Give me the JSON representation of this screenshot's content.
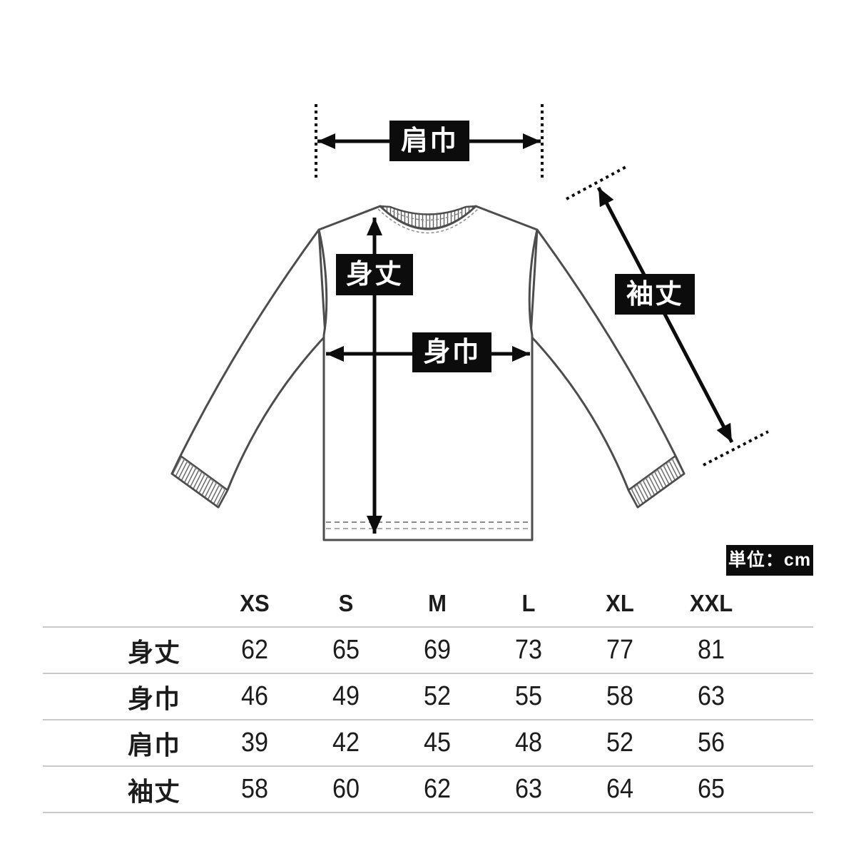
{
  "diagram": {
    "labels": {
      "shoulder_width": "肩巾",
      "body_length": "身丈",
      "body_width": "身巾",
      "sleeve_length": "袖丈"
    },
    "unit_badge": "単位：cm"
  },
  "size_table": {
    "columns": [
      "XS",
      "S",
      "M",
      "L",
      "XL",
      "XXL"
    ],
    "rows": [
      {
        "label": "身丈",
        "values": [
          "62",
          "65",
          "69",
          "73",
          "77",
          "81"
        ]
      },
      {
        "label": "身巾",
        "values": [
          "46",
          "49",
          "52",
          "55",
          "58",
          "63"
        ]
      },
      {
        "label": "肩巾",
        "values": [
          "39",
          "42",
          "45",
          "48",
          "52",
          "56"
        ]
      },
      {
        "label": "袖丈",
        "values": [
          "58",
          "60",
          "62",
          "63",
          "64",
          "65"
        ]
      }
    ]
  },
  "chart_data": {
    "type": "table",
    "unit": "cm",
    "columns": [
      "XS",
      "S",
      "M",
      "L",
      "XL",
      "XXL"
    ],
    "rows": [
      {
        "label": "身丈",
        "values": [
          62,
          65,
          69,
          73,
          77,
          81
        ]
      },
      {
        "label": "身巾",
        "values": [
          46,
          49,
          52,
          55,
          58,
          63
        ]
      },
      {
        "label": "肩巾",
        "values": [
          39,
          42,
          45,
          48,
          52,
          56
        ]
      },
      {
        "label": "袖丈",
        "values": [
          58,
          60,
          62,
          63,
          64,
          65
        ]
      }
    ],
    "colors": {
      "tag_background": "#0c0c0c",
      "tag_text": "#ffffff",
      "line_art": "#4d4d4d",
      "table_rule": "#c9c9c9"
    }
  }
}
